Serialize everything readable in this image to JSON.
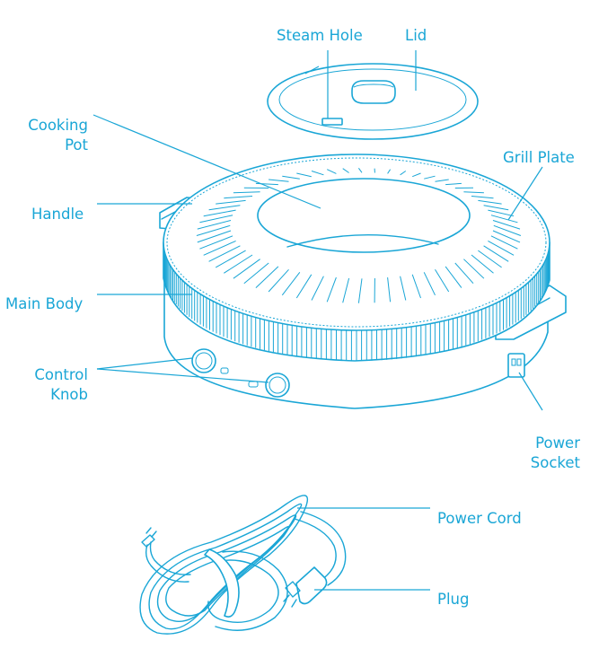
{
  "labels": {
    "steam_hole": "Steam Hole",
    "lid": "Lid",
    "cooking_pot_1": "Cooking",
    "cooking_pot_2": "Pot",
    "grill_plate": "Grill Plate",
    "handle": "Handle",
    "main_body": "Main Body",
    "control_knob_1": "Control",
    "control_knob_2": "Knob",
    "power_socket_1": "Power",
    "power_socket_2": "Socket",
    "power_cord": "Power Cord",
    "plug": "Plug"
  },
  "colors": {
    "line": "#1aa6d6",
    "background": "#ffffff"
  }
}
